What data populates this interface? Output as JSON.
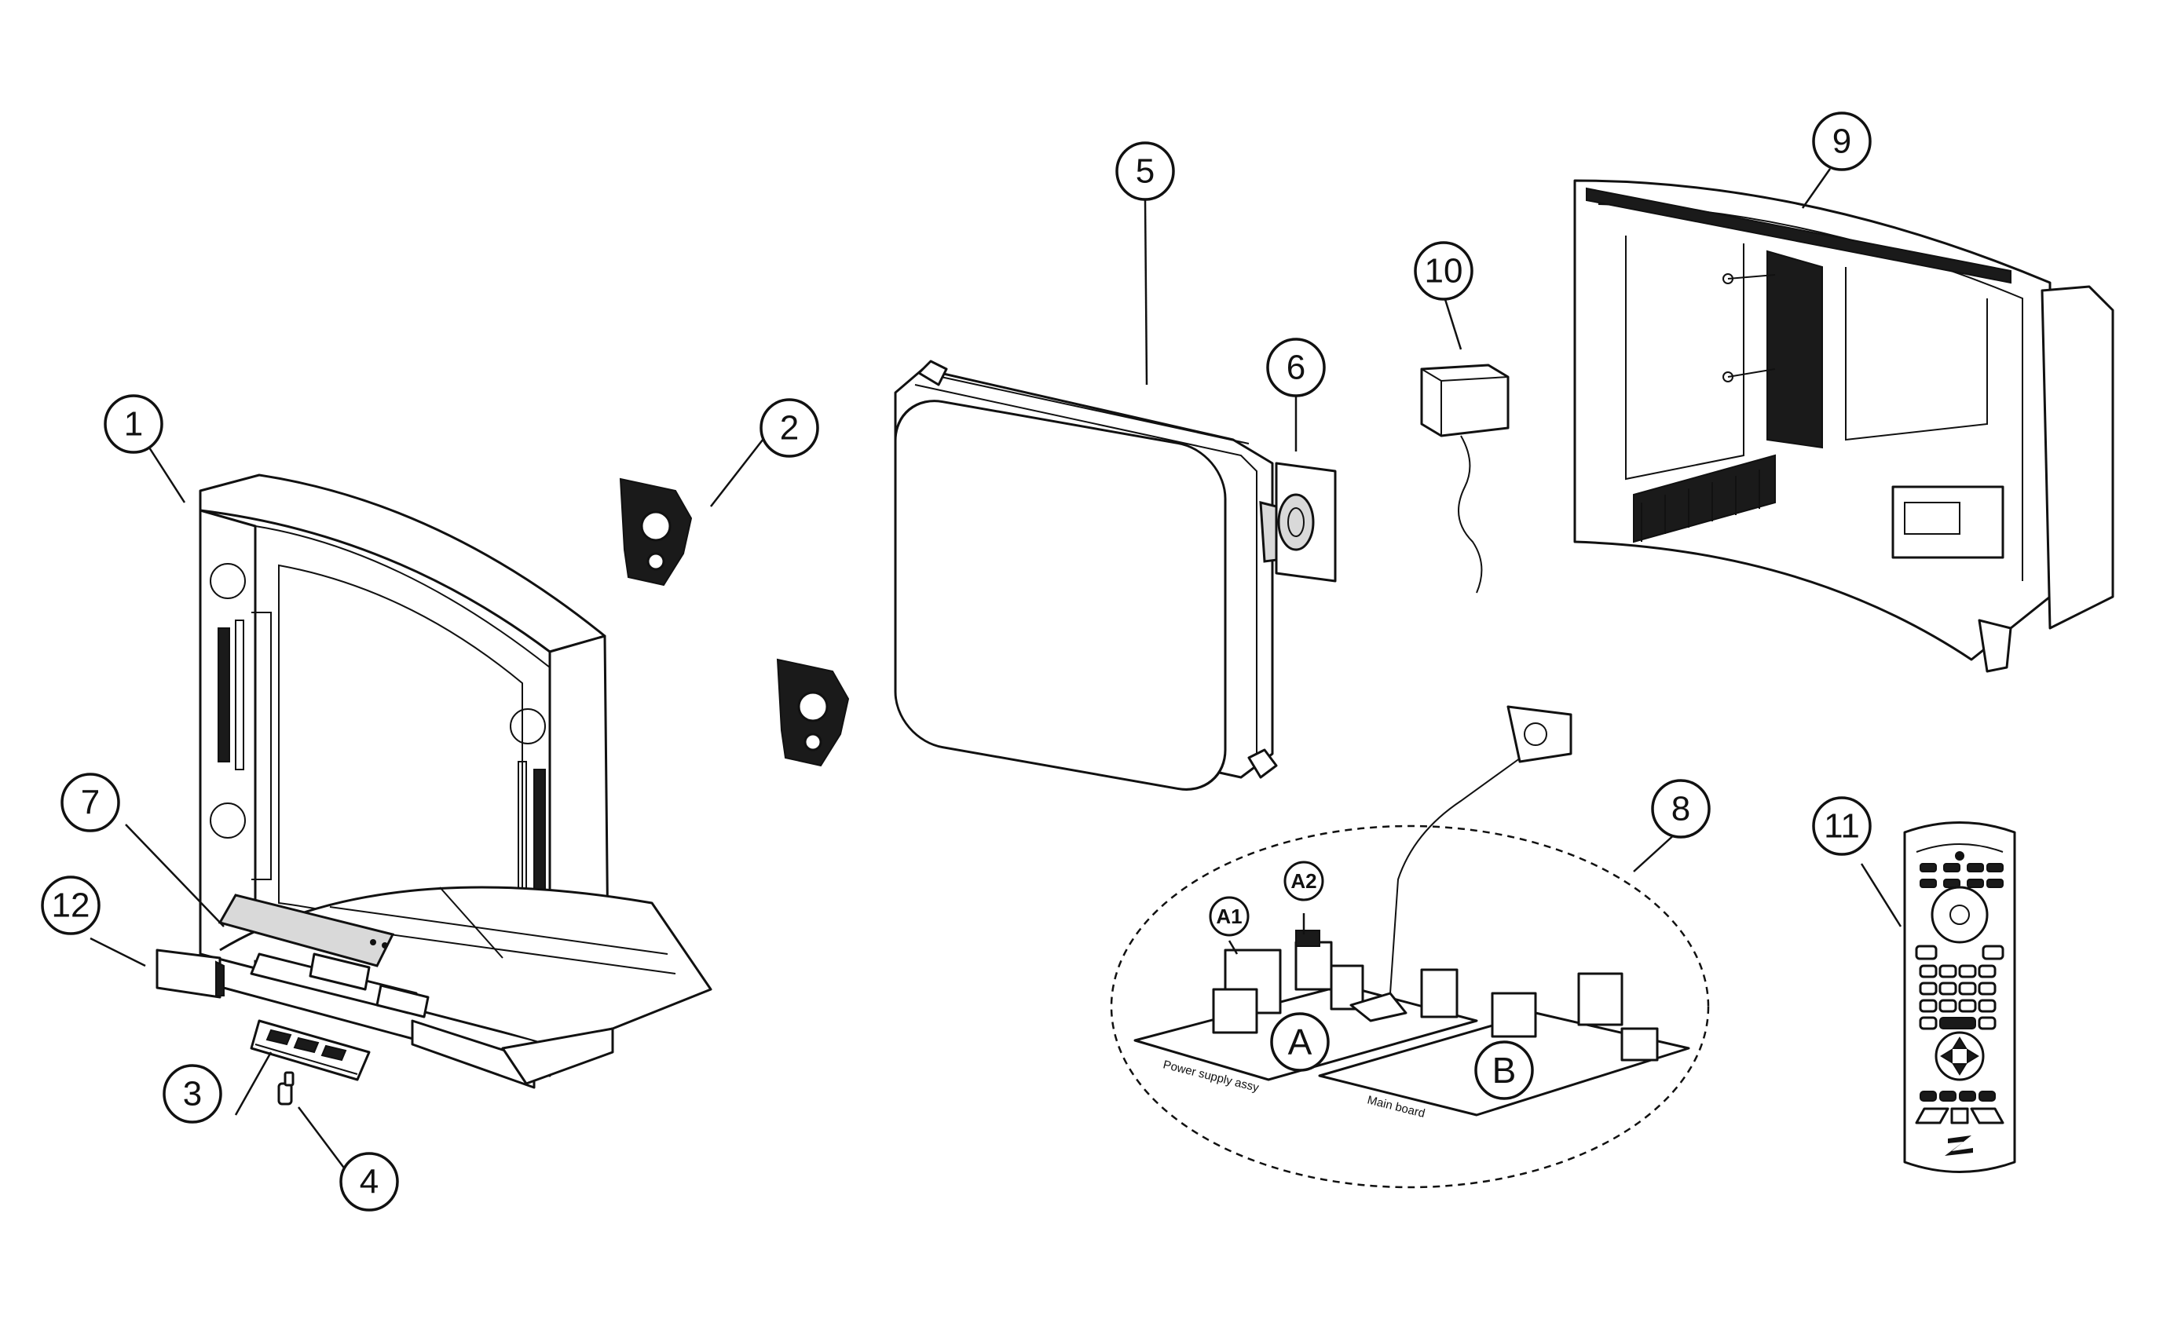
{
  "callouts": [
    {
      "id": "1",
      "label": "1"
    },
    {
      "id": "2",
      "label": "2"
    },
    {
      "id": "3",
      "label": "3"
    },
    {
      "id": "4",
      "label": "4"
    },
    {
      "id": "5",
      "label": "5"
    },
    {
      "id": "6",
      "label": "6"
    },
    {
      "id": "7",
      "label": "7"
    },
    {
      "id": "8",
      "label": "8"
    },
    {
      "id": "9",
      "label": "9"
    },
    {
      "id": "10",
      "label": "10"
    },
    {
      "id": "11",
      "label": "11"
    },
    {
      "id": "12",
      "label": "12"
    }
  ],
  "board_callouts": {
    "a1": "A1",
    "a2": "A2",
    "a": "A",
    "b": "B"
  },
  "board_labels": {
    "power_supply": "Power supply assy",
    "main_board": "Main board"
  }
}
